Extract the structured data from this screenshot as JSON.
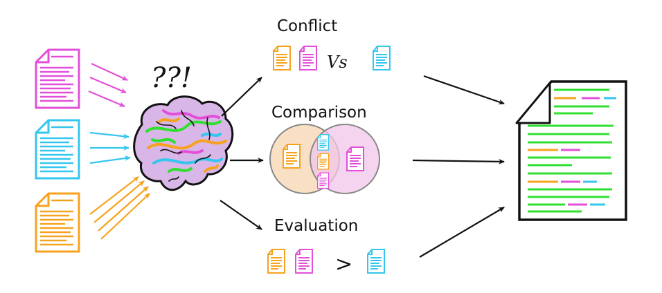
{
  "labels": {
    "conflict": "Conflict",
    "comparison": "Comparison",
    "evaluation": "Evaluation",
    "confusion": "??!",
    "versus": "Vs",
    "greater": ">"
  },
  "colors": {
    "magenta": "#e34fd8",
    "cyan": "#33c6ee",
    "orange": "#f7a21d",
    "green": "#2fe02f",
    "ink": "#111111",
    "venn_left": "#f8dcbc",
    "venn_right": "#f2c6ea"
  },
  "icons": {
    "source_docs": [
      "magenta-document-icon",
      "cyan-document-icon",
      "orange-document-icon"
    ],
    "brain": "brain-icon",
    "output": "merged-document-icon"
  }
}
